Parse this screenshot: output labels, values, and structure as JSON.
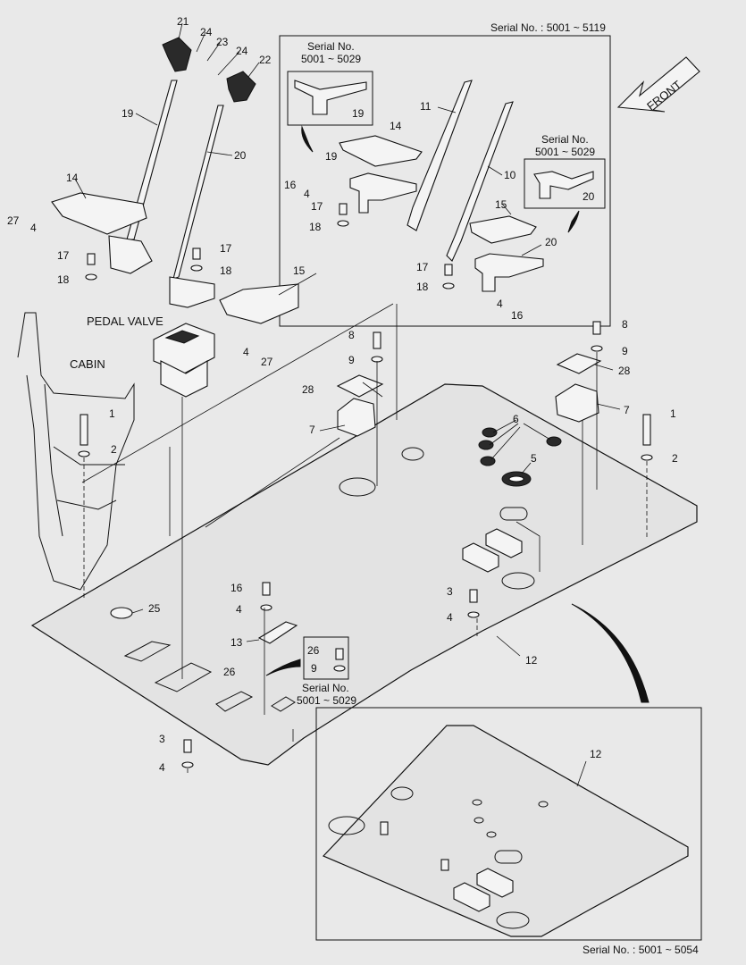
{
  "serials": {
    "top": "Serial No. : 5001 ~ 5119",
    "bottom": "Serial No. : 5001 ~ 5054",
    "inset_a_line1": "Serial No.",
    "inset_a_line2": "5001 ~ 5029",
    "inset_b_line1": "Serial No.",
    "inset_b_line2": "5001 ~ 5029",
    "inset_c_line1": "Serial No.",
    "inset_c_line2": "5001 ~ 5029"
  },
  "labels": {
    "front": "FRONT",
    "pedal_valve": "PEDAL VALVE",
    "cabin": "CABIN"
  },
  "callouts": [
    {
      "id": "c21",
      "text": "21"
    },
    {
      "id": "c24a",
      "text": "24"
    },
    {
      "id": "c23",
      "text": "23"
    },
    {
      "id": "c24b",
      "text": "24"
    },
    {
      "id": "c22",
      "text": "22"
    },
    {
      "id": "c19a",
      "text": "19"
    },
    {
      "id": "c20a",
      "text": "20"
    },
    {
      "id": "c14a",
      "text": "14"
    },
    {
      "id": "c27a",
      "text": "27"
    },
    {
      "id": "c4a",
      "text": "4"
    },
    {
      "id": "c17a",
      "text": "17"
    },
    {
      "id": "c18a",
      "text": "18"
    },
    {
      "id": "c17b",
      "text": "17"
    },
    {
      "id": "c18b",
      "text": "18"
    },
    {
      "id": "c15a",
      "text": "15"
    },
    {
      "id": "c4b",
      "text": "4"
    },
    {
      "id": "c27b",
      "text": "27"
    },
    {
      "id": "c8a",
      "text": "8"
    },
    {
      "id": "c9a",
      "text": "9"
    },
    {
      "id": "c28a",
      "text": "28"
    },
    {
      "id": "c7a",
      "text": "7"
    },
    {
      "id": "c1a",
      "text": "1"
    },
    {
      "id": "c2a",
      "text": "2"
    },
    {
      "id": "c19b",
      "text": "19"
    },
    {
      "id": "c14b",
      "text": "14"
    },
    {
      "id": "c19c",
      "text": "19"
    },
    {
      "id": "c16a",
      "text": "16"
    },
    {
      "id": "c4c",
      "text": "4"
    },
    {
      "id": "c17c",
      "text": "17"
    },
    {
      "id": "c18c",
      "text": "18"
    },
    {
      "id": "c11",
      "text": "11"
    },
    {
      "id": "c10",
      "text": "10"
    },
    {
      "id": "c20b",
      "text": "20"
    },
    {
      "id": "c15b",
      "text": "15"
    },
    {
      "id": "c20c",
      "text": "20"
    },
    {
      "id": "c17d",
      "text": "17"
    },
    {
      "id": "c18d",
      "text": "18"
    },
    {
      "id": "c4d",
      "text": "4"
    },
    {
      "id": "c16b",
      "text": "16"
    },
    {
      "id": "c8b",
      "text": "8"
    },
    {
      "id": "c9b",
      "text": "9"
    },
    {
      "id": "c28b",
      "text": "28"
    },
    {
      "id": "c7b",
      "text": "7"
    },
    {
      "id": "c1b",
      "text": "1"
    },
    {
      "id": "c2b",
      "text": "2"
    },
    {
      "id": "c6",
      "text": "6"
    },
    {
      "id": "c5",
      "text": "5"
    },
    {
      "id": "c3a",
      "text": "3"
    },
    {
      "id": "c4e",
      "text": "4"
    },
    {
      "id": "c12a",
      "text": "12"
    },
    {
      "id": "c16c",
      "text": "16"
    },
    {
      "id": "c4f",
      "text": "4"
    },
    {
      "id": "c13",
      "text": "13"
    },
    {
      "id": "c26a",
      "text": "26"
    },
    {
      "id": "c26b",
      "text": "26"
    },
    {
      "id": "c9c",
      "text": "9"
    },
    {
      "id": "c25",
      "text": "25"
    },
    {
      "id": "c3b",
      "text": "3"
    },
    {
      "id": "c4g",
      "text": "4"
    },
    {
      "id": "c12b",
      "text": "12"
    }
  ]
}
